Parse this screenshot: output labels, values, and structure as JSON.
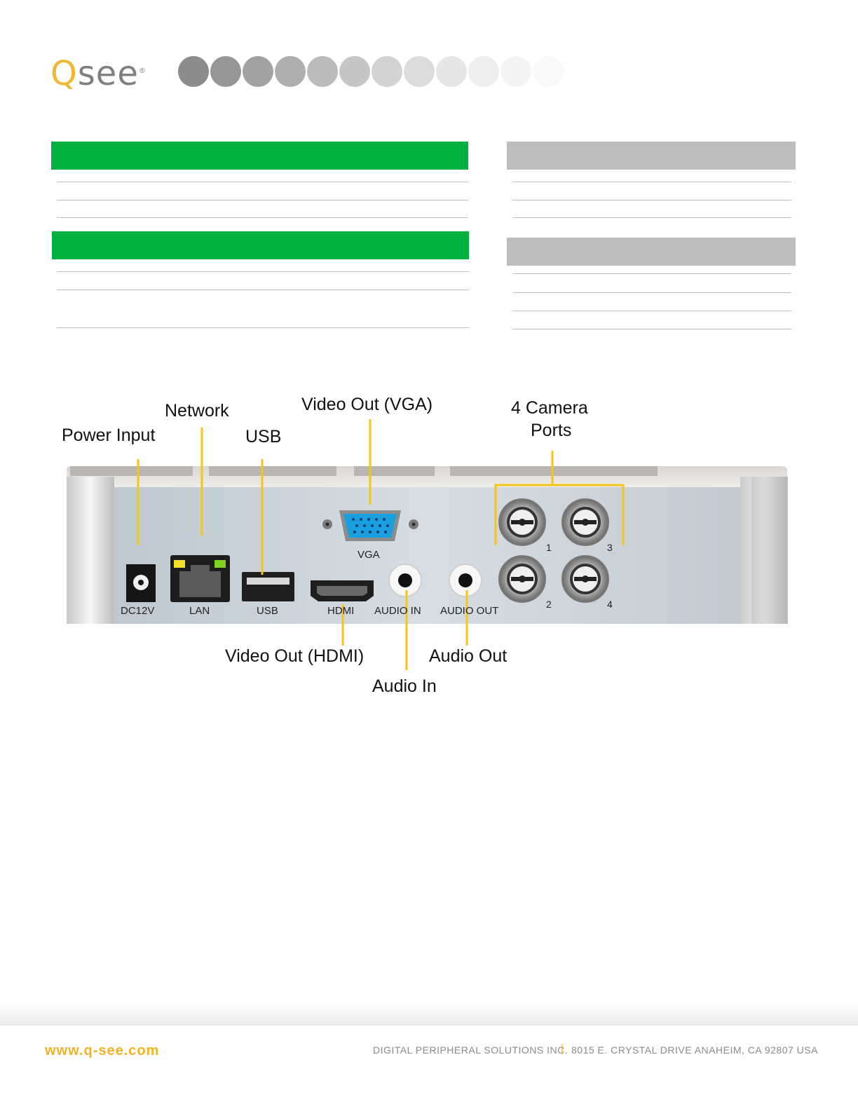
{
  "brand": {
    "logo_text_q": "Q",
    "logo_text_rest": "see",
    "registered_mark": "®",
    "accent_color": "#f2b731",
    "green_color": "#00b140"
  },
  "callouts": {
    "power_input": "Power Input",
    "network": "Network",
    "usb": "USB",
    "video_out_vga": "Video Out (VGA)",
    "camera_ports_line1": "4 Camera",
    "camera_ports_line2": "Ports",
    "video_out_hdmi": "Video Out (HDMI)",
    "audio_in": "Audio In",
    "audio_out": "Audio Out"
  },
  "panel_labels": {
    "dc12v": "DC12V",
    "lan": "LAN",
    "usb": "USB",
    "hdmi": "HDMI",
    "vga": "VGA",
    "audio_in": "AUDIO IN",
    "audio_out": "AUDIO OUT",
    "cam1": "1",
    "cam2": "2",
    "cam3": "3",
    "cam4": "4"
  },
  "footer": {
    "url": "www.q-see.com",
    "company": "DIGITAL PERIPHERAL SOLUTIONS INC.",
    "separator": "|",
    "address": "8015 E. CRYSTAL DRIVE ANAHEIM, CA 92807 USA"
  }
}
